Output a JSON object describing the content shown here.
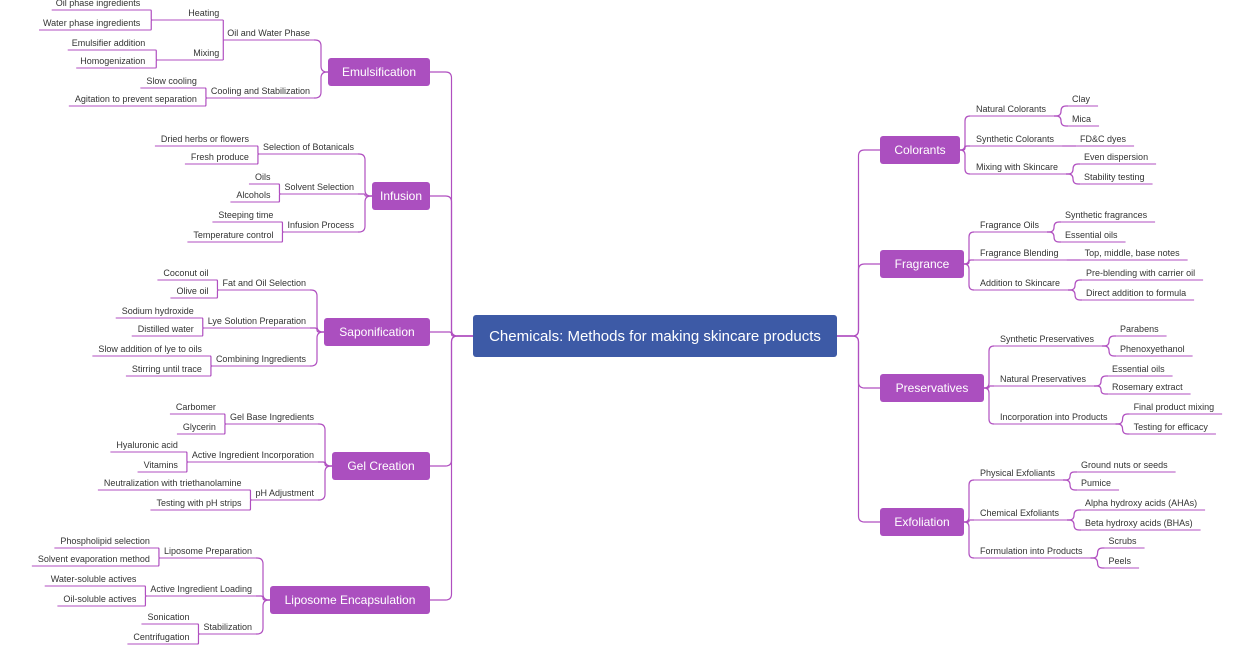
{
  "root": "Chemicals: Methods for making skincare products",
  "colors": {
    "root": "#3d5aa6",
    "branch": "#ab4fbf",
    "line": "#b04fc0",
    "text": "#333333"
  },
  "left": [
    {
      "label": "Emulsification",
      "children": [
        {
          "label": "Oil and Water Phase",
          "children": [
            {
              "label": "Heating",
              "children": [
                "Oil phase ingredients",
                "Water phase ingredients"
              ]
            },
            {
              "label": "Mixing",
              "children": [
                "Emulsifier addition",
                "Homogenization"
              ]
            }
          ]
        },
        {
          "label": "Cooling and Stabilization",
          "children": [
            "Slow cooling",
            "Agitation to prevent separation"
          ]
        }
      ]
    },
    {
      "label": "Infusion",
      "children": [
        {
          "label": "Selection of Botanicals",
          "children": [
            "Dried herbs or flowers",
            "Fresh produce"
          ]
        },
        {
          "label": "Solvent Selection",
          "children": [
            "Oils",
            "Alcohols"
          ]
        },
        {
          "label": "Infusion Process",
          "children": [
            "Steeping time",
            "Temperature control"
          ]
        }
      ]
    },
    {
      "label": "Saponification",
      "children": [
        {
          "label": "Fat and Oil Selection",
          "children": [
            "Coconut oil",
            "Olive oil"
          ]
        },
        {
          "label": "Lye Solution Preparation",
          "children": [
            "Sodium hydroxide",
            "Distilled water"
          ]
        },
        {
          "label": "Combining Ingredients",
          "children": [
            "Slow addition of lye to oils",
            "Stirring until trace"
          ]
        }
      ]
    },
    {
      "label": "Gel Creation",
      "children": [
        {
          "label": "Gel Base Ingredients",
          "children": [
            "Carbomer",
            "Glycerin"
          ]
        },
        {
          "label": "Active Ingredient Incorporation",
          "children": [
            "Hyaluronic acid",
            "Vitamins"
          ]
        },
        {
          "label": "pH Adjustment",
          "children": [
            "Neutralization with triethanolamine",
            "Testing with pH strips"
          ]
        }
      ]
    },
    {
      "label": "Liposome Encapsulation",
      "children": [
        {
          "label": "Liposome Preparation",
          "children": [
            "Phospholipid selection",
            "Solvent evaporation method"
          ]
        },
        {
          "label": "Active Ingredient Loading",
          "children": [
            "Water-soluble actives",
            "Oil-soluble actives"
          ]
        },
        {
          "label": "Stabilization",
          "children": [
            "Sonication",
            "Centrifugation"
          ]
        }
      ]
    }
  ],
  "right": [
    {
      "label": "Colorants",
      "children": [
        {
          "label": "Natural Colorants",
          "children": [
            "Clay",
            "Mica"
          ]
        },
        {
          "label": "Synthetic Colorants",
          "children": [
            "FD&C dyes"
          ]
        },
        {
          "label": "Mixing with Skincare",
          "children": [
            "Even dispersion",
            "Stability testing"
          ]
        }
      ]
    },
    {
      "label": "Fragrance",
      "children": [
        {
          "label": "Fragrance Oils",
          "children": [
            "Synthetic fragrances",
            "Essential oils"
          ]
        },
        {
          "label": "Fragrance Blending",
          "children": [
            "Top, middle, base notes"
          ]
        },
        {
          "label": "Addition to Skincare",
          "children": [
            "Pre-blending with carrier oil",
            "Direct addition to formula"
          ]
        }
      ]
    },
    {
      "label": "Preservatives",
      "children": [
        {
          "label": "Synthetic Preservatives",
          "children": [
            "Parabens",
            "Phenoxyethanol"
          ]
        },
        {
          "label": "Natural Preservatives",
          "children": [
            "Essential oils",
            "Rosemary extract"
          ]
        },
        {
          "label": "Incorporation into Products",
          "children": [
            "Final product mixing",
            "Testing for efficacy"
          ]
        }
      ]
    },
    {
      "label": "Exfoliation",
      "children": [
        {
          "label": "Physical Exfoliants",
          "children": [
            "Ground nuts or seeds",
            "Pumice"
          ]
        },
        {
          "label": "Chemical Exfoliants",
          "children": [
            "Alpha hydroxy acids (AHAs)",
            "Beta hydroxy acids (BHAs)"
          ]
        },
        {
          "label": "Formulation into Products",
          "children": [
            "Scrubs",
            "Peels"
          ]
        }
      ]
    }
  ]
}
